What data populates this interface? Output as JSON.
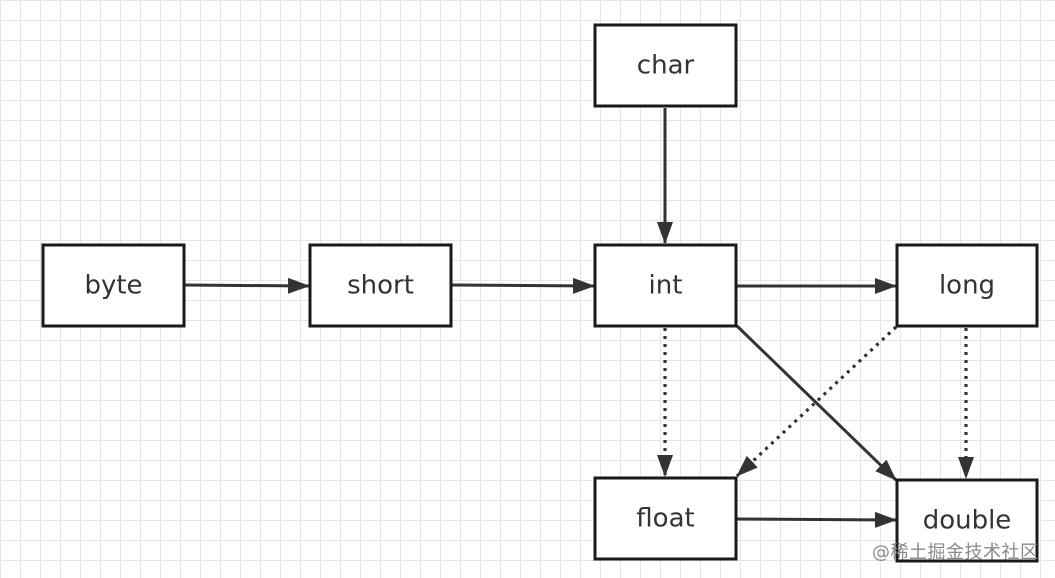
{
  "diagram": {
    "nodes": [
      {
        "id": "char",
        "label": "char"
      },
      {
        "id": "byte",
        "label": "byte"
      },
      {
        "id": "short",
        "label": "short"
      },
      {
        "id": "int",
        "label": "int"
      },
      {
        "id": "long",
        "label": "long"
      },
      {
        "id": "float",
        "label": "float"
      },
      {
        "id": "double",
        "label": "double"
      }
    ],
    "edges": [
      {
        "from": "char",
        "to": "int",
        "style": "solid"
      },
      {
        "from": "byte",
        "to": "short",
        "style": "solid"
      },
      {
        "from": "short",
        "to": "int",
        "style": "solid"
      },
      {
        "from": "int",
        "to": "long",
        "style": "solid"
      },
      {
        "from": "int",
        "to": "float",
        "style": "dotted"
      },
      {
        "from": "int",
        "to": "double",
        "style": "solid"
      },
      {
        "from": "long",
        "to": "float",
        "style": "dotted"
      },
      {
        "from": "long",
        "to": "double",
        "style": "dotted"
      },
      {
        "from": "float",
        "to": "double",
        "style": "solid"
      }
    ],
    "colors": {
      "stroke": "#1a1a1a",
      "edge": "#333333",
      "grid": "#e6e6e6"
    }
  },
  "watermark": "@稀土掘金技术社区"
}
